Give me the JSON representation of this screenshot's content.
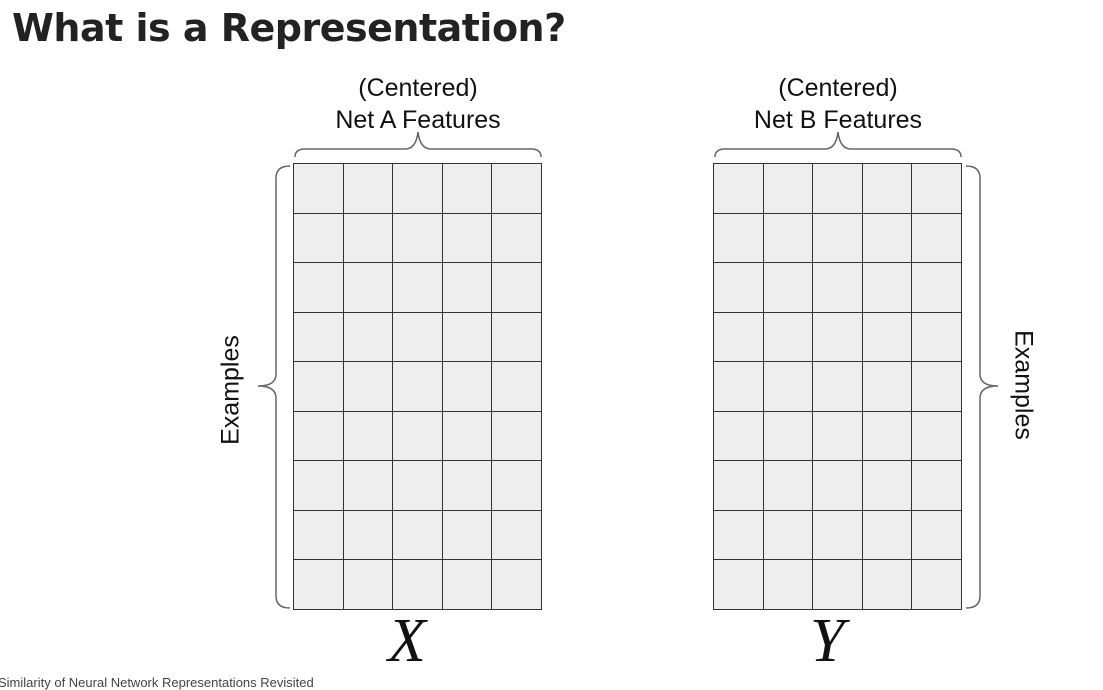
{
  "slide": {
    "title": "What is a Representation?",
    "footer": "Similarity of Neural Network Representations Revisited"
  },
  "diagram": {
    "matrix_a": {
      "header_line1": "(Centered)",
      "header_line2": "Net A Features",
      "side_label": "Examples",
      "symbol": "X",
      "rows": 9,
      "cols": 5
    },
    "matrix_b": {
      "header_line1": "(Centered)",
      "header_line2": "Net B Features",
      "side_label": "Examples",
      "symbol": "Y",
      "rows": 9,
      "cols": 5
    },
    "colors": {
      "cell_fill": "#eeeeee",
      "grid_line": "#333333",
      "brace": "#666666"
    }
  }
}
